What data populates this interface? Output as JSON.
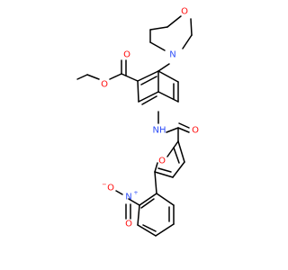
{
  "colors": {
    "bond": "#000000",
    "O": "#ff0d0d",
    "N": "#3050f8",
    "background": "#ffffff"
  },
  "atoms": {
    "morpholine_O": {
      "label": "O",
      "element": "O"
    },
    "morpholine_N": {
      "label": "N",
      "element": "N"
    },
    "ester_carbonyl_O": {
      "label": "O",
      "element": "O"
    },
    "ester_ether_O": {
      "label": "O",
      "element": "O"
    },
    "amide_NH": {
      "label": "NH",
      "element": "N"
    },
    "amide_O": {
      "label": "O",
      "element": "O"
    },
    "furan_O": {
      "label": "O",
      "element": "O"
    },
    "nitro_N": {
      "label": "N",
      "element": "N",
      "charge": "+"
    },
    "nitro_O_minus": {
      "label": "O",
      "element": "O",
      "charge": "−"
    },
    "nitro_O": {
      "label": "O",
      "element": "O"
    }
  }
}
